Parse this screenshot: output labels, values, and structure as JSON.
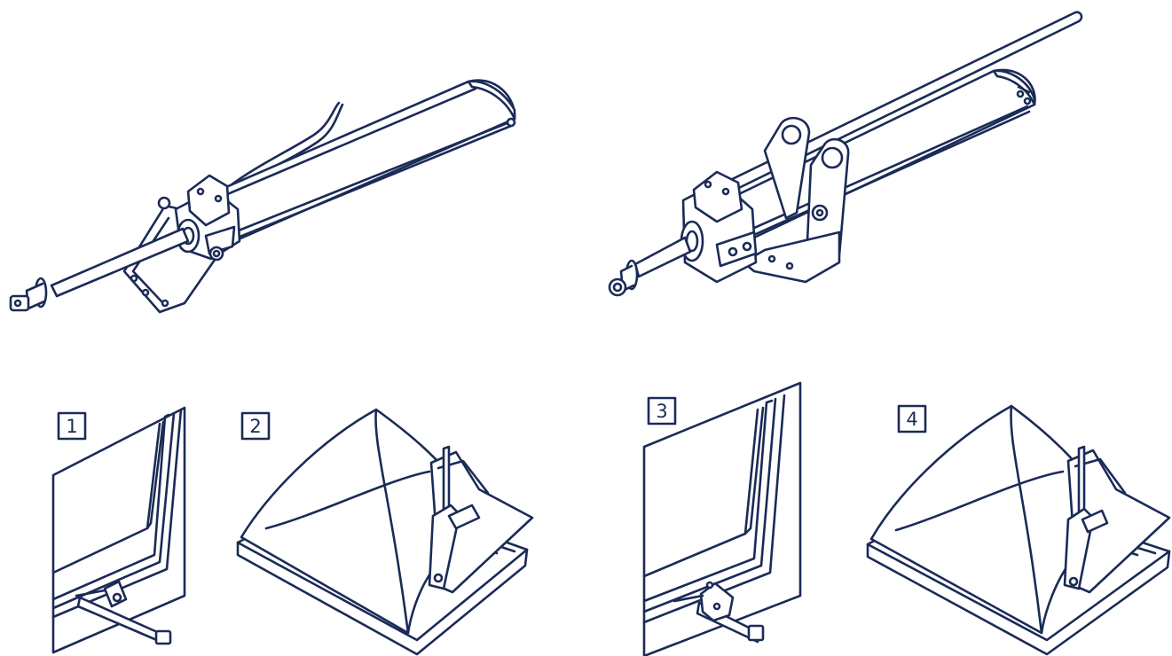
{
  "colors": {
    "line": "#1b2b57",
    "background": "#ffffff"
  },
  "labels": {
    "step1": "1",
    "step2": "2",
    "step3": "3",
    "step4": "4"
  }
}
